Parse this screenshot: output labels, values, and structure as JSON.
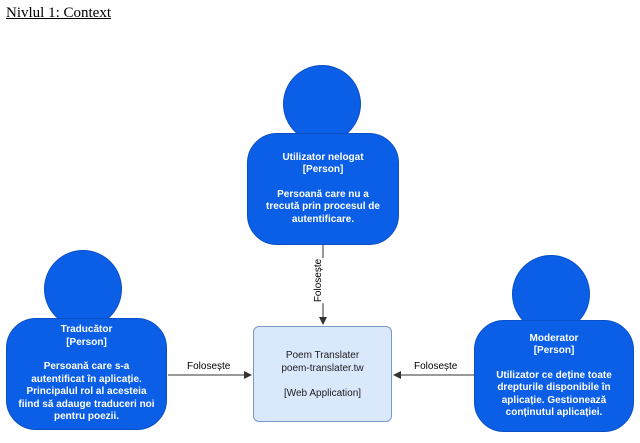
{
  "title": "Nivlul 1: Context",
  "colors": {
    "person_fill": "#0b5fe6",
    "system_fill": "#dae8fc",
    "arrow": "#333333"
  },
  "persons": {
    "unlogged": {
      "name": "Utilizator nelogat",
      "type": "[Person]",
      "description": "Persoană care nu a trecută prin procesul de autentificare."
    },
    "translator": {
      "name": "Traducător",
      "type": "[Person]",
      "description": "Persoană care s-a autentificat în aplicație. Principalul rol al acesteia fiind să adauge traduceri noi pentru poezii."
    },
    "moderator": {
      "name": "Moderator",
      "type": "[Person]",
      "description": "Utilizator ce deține toate drepturile disponibile în aplicație. Gestionează conținutul aplicației."
    }
  },
  "system": {
    "name": "Poem Translater",
    "url": "poem-translater.tw",
    "type": "[Web Application]"
  },
  "relations": {
    "unlogged_to_system": "Folosește",
    "translator_to_system": "Folosește",
    "moderator_to_system": "Folosește"
  }
}
